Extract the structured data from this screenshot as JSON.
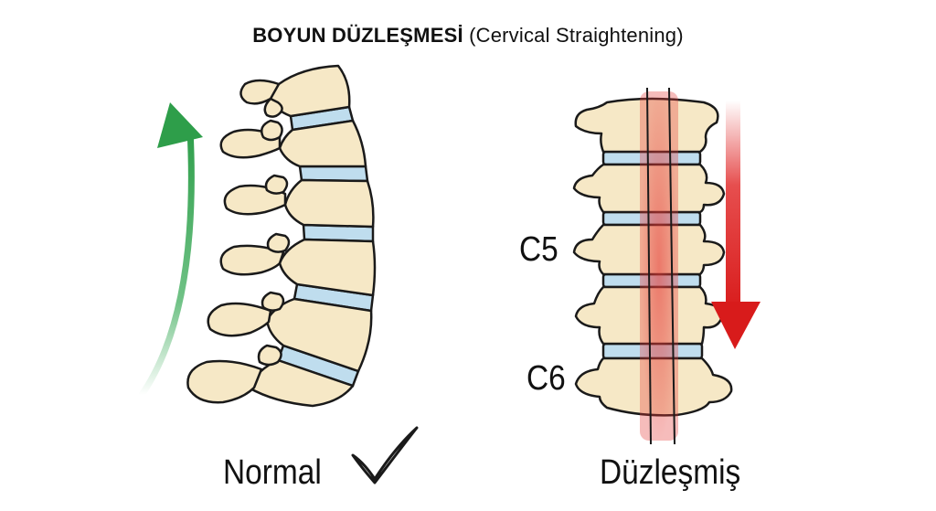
{
  "title": {
    "main": "BOYUN DÜZLEŞMESİ",
    "sub": "(Cervical Straightening)"
  },
  "labels": {
    "normal": "Normal",
    "flattened": "Düzleşmiş",
    "c5": "C5",
    "c6": "C6"
  },
  "icons": {
    "normal_curve_arrow": "curved-arrow-up-icon",
    "normal_check": "checkmark-icon",
    "flattened_arrow": "arrow-down-icon"
  },
  "colors": {
    "bone": "#F6E8C6",
    "bone_outline": "#1A1A1A",
    "disc": "#BFDDEE",
    "green_arrow": "#34A853",
    "red_arrow": "#E02222",
    "red_highlight": "#E53935"
  }
}
